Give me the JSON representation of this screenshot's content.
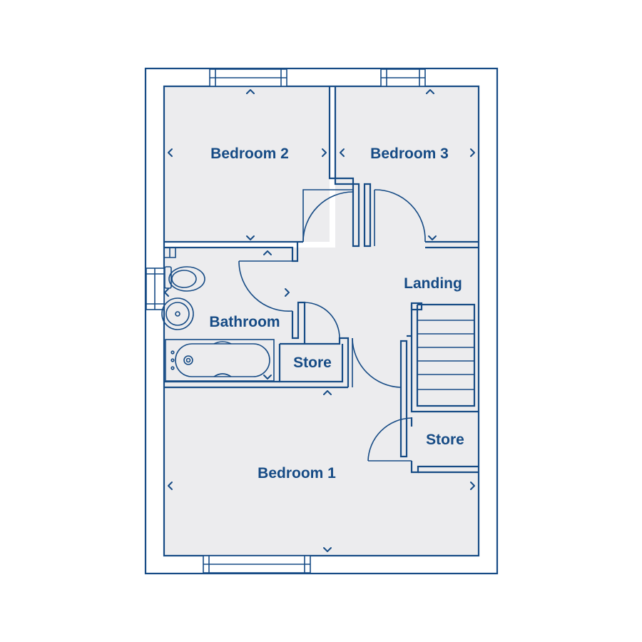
{
  "rooms": {
    "bedroom2": "Bedroom 2",
    "bedroom3": "Bedroom 3",
    "landing": "Landing",
    "bathroom": "Bathroom",
    "store_small": "Store",
    "store_large": "Store",
    "bedroom1": "Bedroom 1"
  },
  "colors": {
    "line": "#164b85",
    "floor": "#ececee",
    "background": "#ffffff"
  }
}
